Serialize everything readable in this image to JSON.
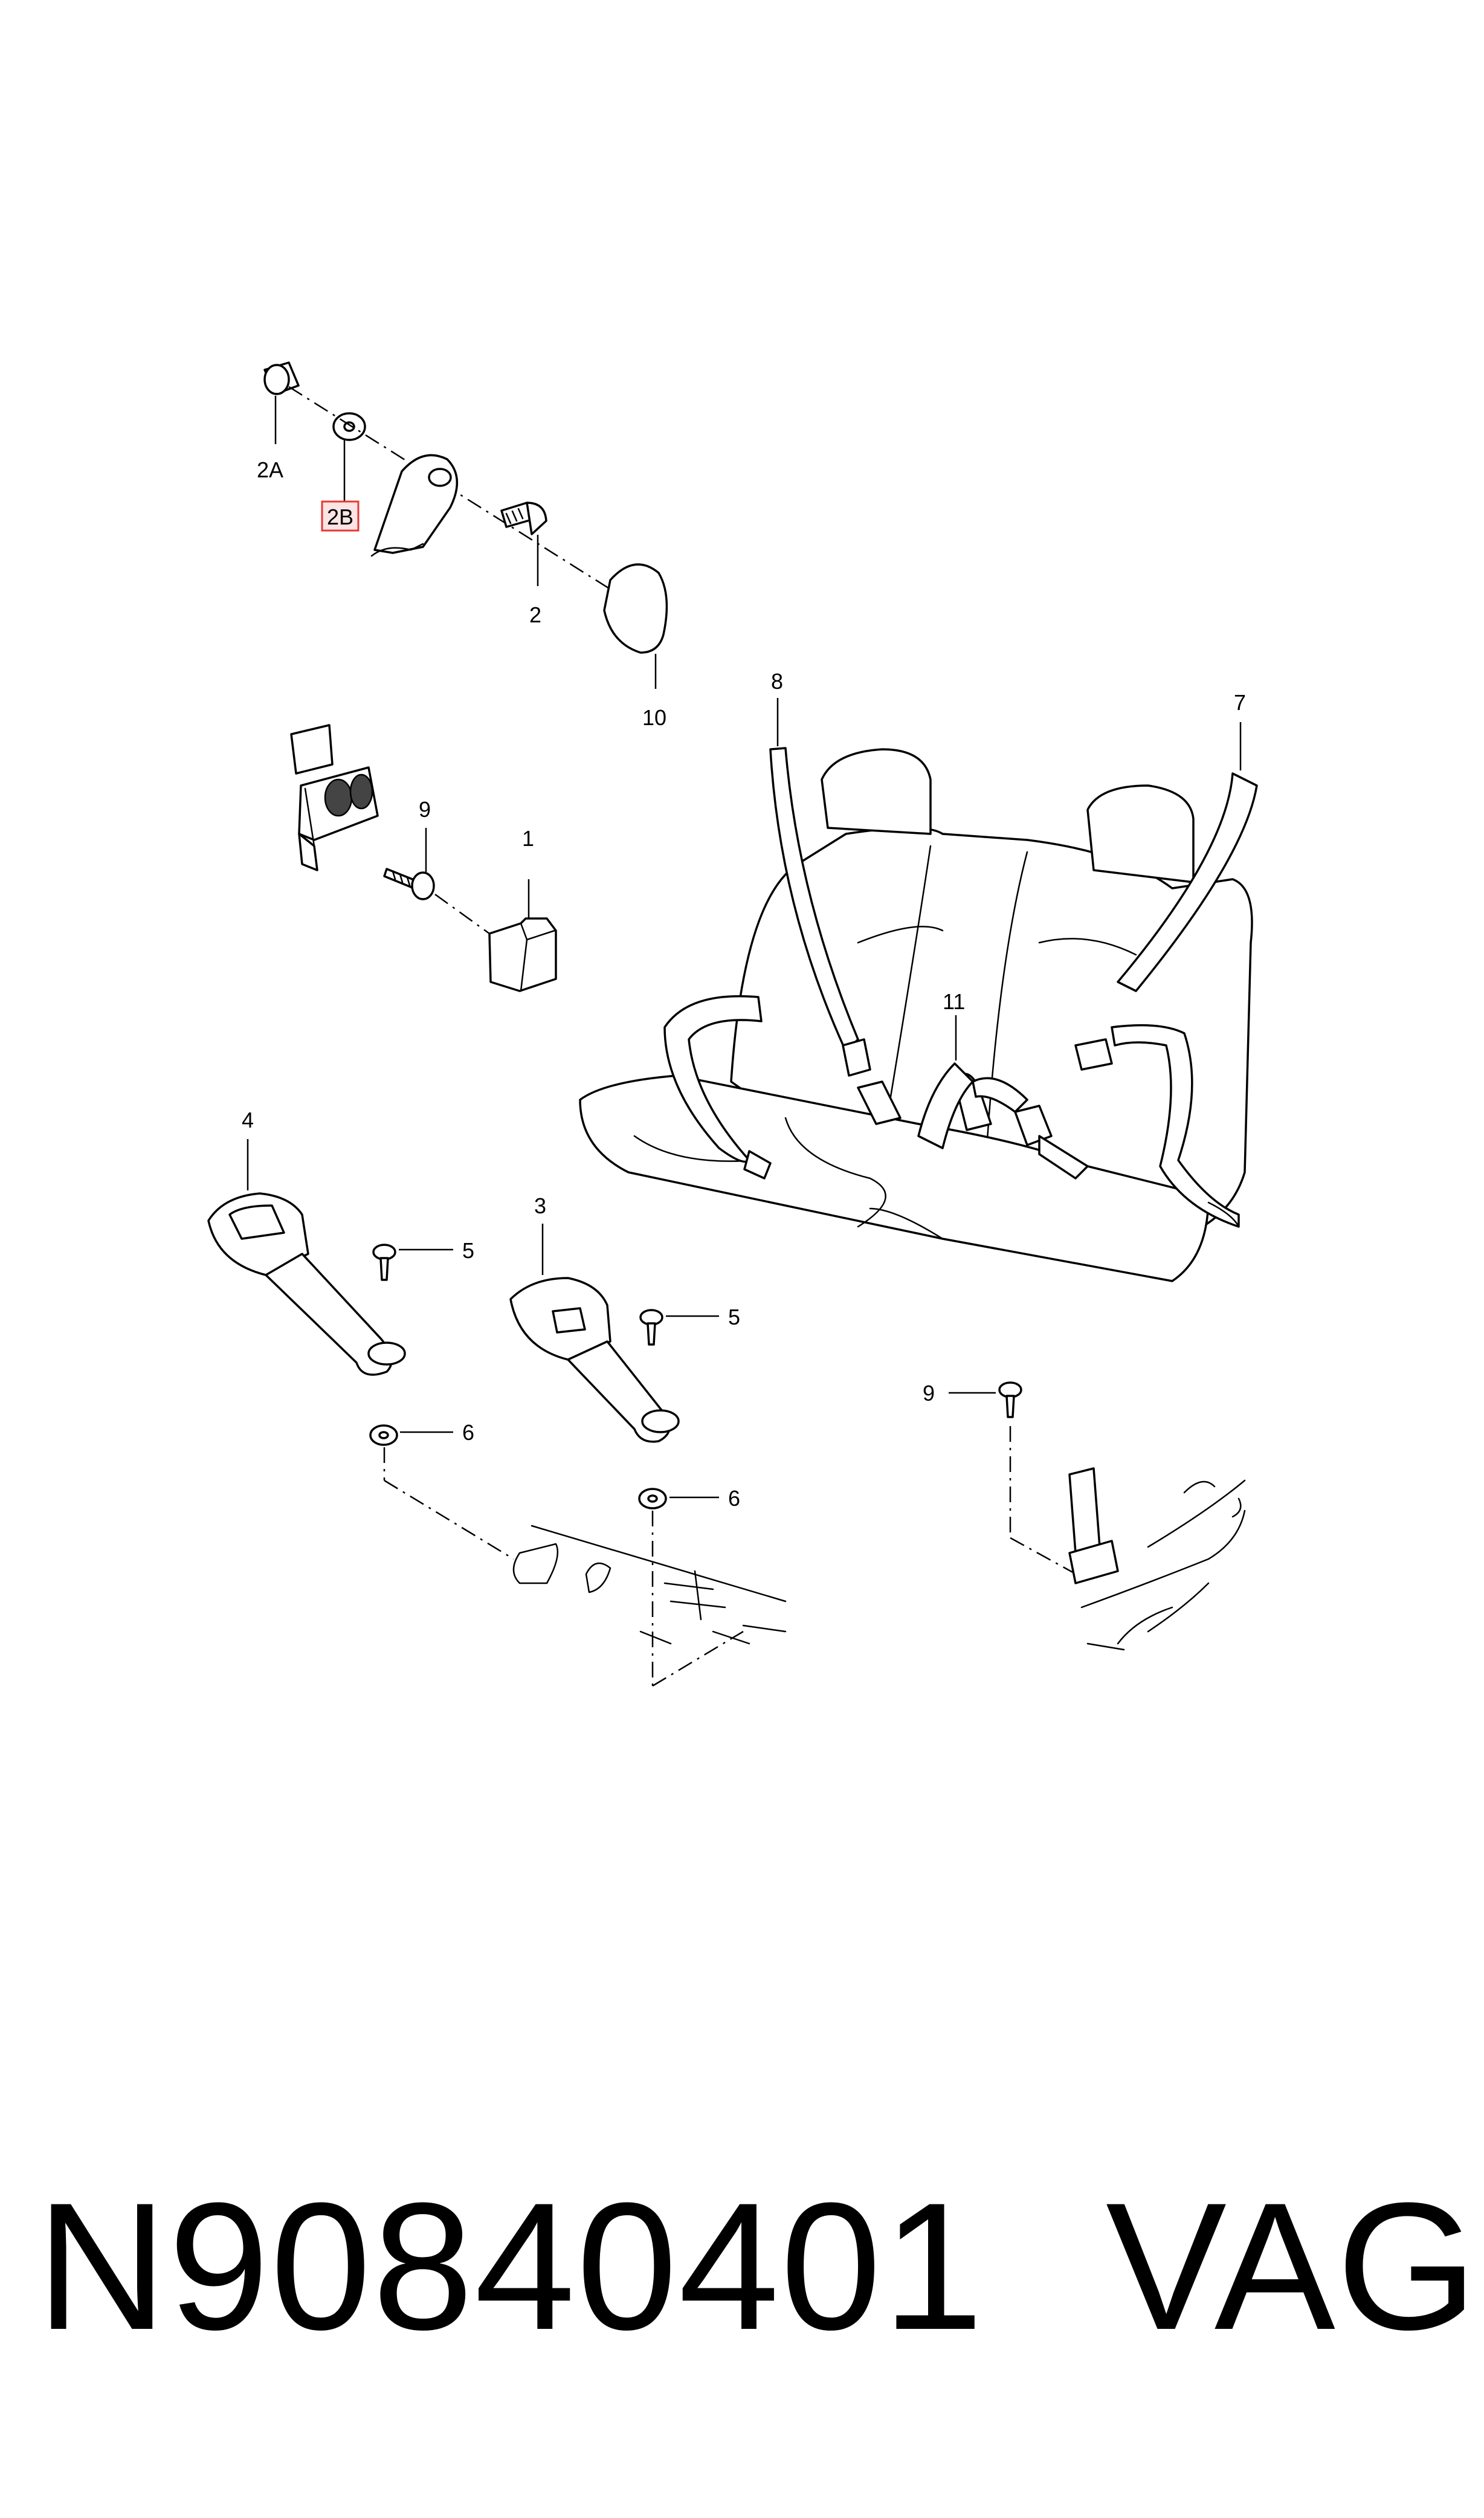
{
  "callouts": {
    "c_2a": "2A",
    "c_2b": "2B",
    "c_2": "2",
    "c_10": "10",
    "c_9a": "9",
    "c_1": "1",
    "c_8": "8",
    "c_7": "7",
    "c_11": "11",
    "c_4": "4",
    "c_5a": "5",
    "c_6a": "6",
    "c_3": "3",
    "c_5b": "5",
    "c_6b": "6",
    "c_9b": "9"
  },
  "highlighted_callout": "2B",
  "colors": {
    "highlight_border": "#e53935",
    "highlight_fill": "#fde4e4",
    "line": "#000000"
  },
  "footer": {
    "part_number": "N90840401",
    "brand": "VAG"
  }
}
